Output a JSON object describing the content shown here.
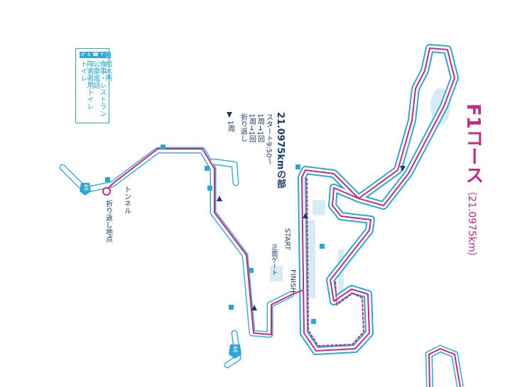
{
  "title": "F1コース",
  "subtitle": "（21.0975km）",
  "legend": {
    "items": [
      {
        "icon": "toilet-icon",
        "label": "トイレ"
      },
      {
        "icon": "wheelchair-icon",
        "label": "障害者用トイレ"
      },
      {
        "icon": "phone-icon",
        "label": "公衆電話"
      },
      {
        "icon": "restaurant-icon",
        "label": "食事・レストラン"
      },
      {
        "icon": "water-icon",
        "label": "給水所"
      }
    ]
  },
  "race_info": {
    "heading": "21.0975kmの部",
    "start_time": "スタート9:50〜",
    "lap1": "1周→1回",
    "lap2": "1周→1回",
    "turn": "折り返し",
    "lap3": "1周"
  },
  "labels": {
    "tunnel": "トンネル",
    "turnaround_point": "折り返し地点",
    "start": "START",
    "finish": "FINISH",
    "main_gate": "正面ゲート",
    "route_46_a": "46",
    "route_46_b": "46"
  },
  "colors": {
    "course": "#c42a86",
    "road": "#2aa7d6",
    "title": "#c42a86",
    "facility": "#cfe6f1"
  }
}
